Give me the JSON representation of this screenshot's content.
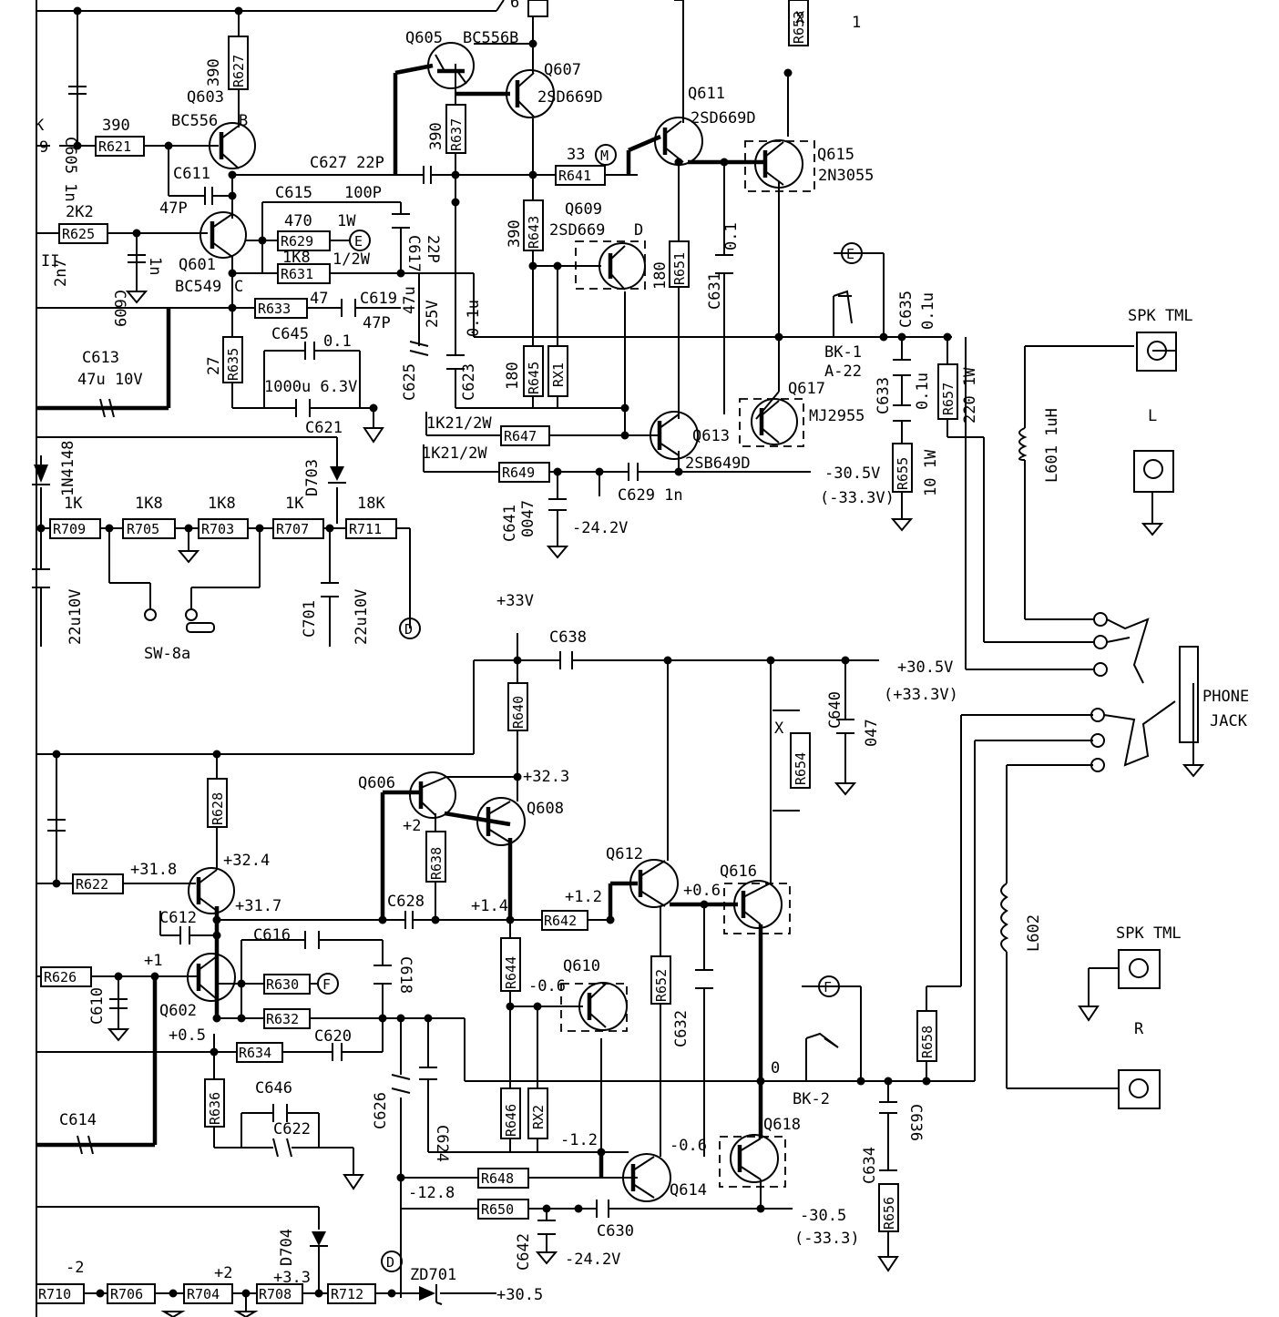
{
  "colors": {
    "ink": "#000000",
    "paper": "#ffffff"
  },
  "resistors": {
    "R627": "R627",
    "R621": "R621",
    "R625": "R625",
    "R629": "R629",
    "R631": "R631",
    "R633": "R633",
    "R635": "R635",
    "R637": "R637",
    "R641": "R641",
    "R643": "R643",
    "R651": "R651",
    "R645": "R645",
    "RX1": "RX1",
    "R647": "R647",
    "R649": "R649",
    "R655": "R655",
    "R657": "R657",
    "R653": "R653",
    "R709": "R709",
    "R705": "R705",
    "R703": "R703",
    "R707": "R707",
    "R711": "R711",
    "R640": "R640",
    "R628": "R628",
    "R638": "R638",
    "R622": "R622",
    "R642": "R642",
    "R644": "R644",
    "R652": "R652",
    "R654": "R654",
    "R626": "R626",
    "R630": "R630",
    "R632": "R632",
    "R634": "R634",
    "R636": "R636",
    "R646": "R646",
    "RX2": "RX2",
    "R648": "R648",
    "R650": "R650",
    "R658": "R658",
    "R656": "R656",
    "R710": "R710",
    "R706": "R706",
    "R704": "R704",
    "R708": "R708",
    "R712": "R712"
  },
  "values": {
    "r627": "390",
    "r621": "390",
    "r625": "2K2",
    "r629": "470",
    "r629_w": "1W",
    "r631": "1K8",
    "r631_w": "1/2W",
    "r633": "47",
    "r635": "27",
    "r637": "390",
    "r641": "33",
    "r643": "390",
    "r651": "180",
    "r645": "180",
    "r647": "1K21/2W",
    "r649": "1K21/2W",
    "r655": "10 1W",
    "r657": "220 1W",
    "r709": "1K",
    "r705": "1K8",
    "r703": "1K8",
    "r707": "1K",
    "r711": "18K",
    "r653_x": "X",
    "r653_1": "1",
    "r654_x": "X",
    "r619_top": "6",
    "c605": "C605 1n",
    "c611": "C611",
    "c611_v": "47P",
    "c627": "C627 22P",
    "c615": "C615",
    "c615_v": "100P",
    "c617": "C617",
    "c617_v": "22P",
    "c609": "C609",
    "c609_v": "1n",
    "c609_l": "2n7",
    "c619": "C619",
    "c619_v": "47P",
    "c645": "C645",
    "c645_v": "0.1",
    "c621_v": "1000u 6.3V",
    "c621": "C621",
    "c625": "C625",
    "c625_v": "47u",
    "c625_v2": "25V",
    "c623": "C623",
    "c623_v": "0.1u",
    "c613": "C613",
    "c613_v": "47u 10V",
    "c631": "C631",
    "c631_v": "0.1",
    "c635": "C635",
    "c635_v": "0.1u",
    "c633": "C633",
    "c633_v": "0.1u",
    "c641": "C641",
    "c641_v": "0047",
    "c629": "C629 1n",
    "c701": "C701",
    "c701_v": "22u10V",
    "c_left_v": "22u10V",
    "c638": "C638",
    "c640": "C640",
    "c640_v": "047",
    "c612": "C612",
    "c628": "C628",
    "c616": "C616",
    "c618": "C618",
    "c610": "C610",
    "c620": "C620",
    "c646": "C646",
    "c622": "C622",
    "c614": "C614",
    "c626": "C626",
    "c624": "C624",
    "c632": "C632",
    "c636": "C636",
    "c634": "C634",
    "c630": "C630",
    "c642": "C642"
  },
  "transistors": {
    "q603": "Q603",
    "q603_t": "BC556",
    "q603_b": "B",
    "q601": "Q601",
    "q601_t": "BC549",
    "q601_c": "C",
    "q605": "Q605",
    "q605_t": "BC556B",
    "q607": "Q607",
    "q607_t": "2SD669D",
    "q609": "Q609",
    "q609_t": "2SD669",
    "q609_d": "D",
    "q611": "Q611",
    "q611_t": "2SD669D",
    "q615": "Q615",
    "q615_t": "2N3055",
    "q617": "Q617",
    "q617_t": "MJ2955",
    "q613": "Q613",
    "q613_t": "2SB649D",
    "q606": "Q606",
    "q608": "Q608",
    "q610": "Q610",
    "q612": "Q612",
    "q616": "Q616",
    "q602": "Q602",
    "q614": "Q614",
    "q618": "Q618"
  },
  "diodes": {
    "d703": "D703",
    "d704": "D704",
    "d_left": "1N4148",
    "zd701": "ZD701"
  },
  "misc": {
    "bk1": "BK-1",
    "bk1_sub": "A-22",
    "bk2": "BK-2",
    "l601": "L601 1uH",
    "l602": "L602",
    "sw": "SW-8a",
    "spk_tml": "SPK TML",
    "ch_l": "L",
    "ch_r": "R",
    "phone": "PHONE",
    "jack": "JACK",
    "left_1k": "1K",
    "left_k": "K",
    "left_9": "9",
    "left_ii": "II"
  },
  "voltages": {
    "v_m305": "-30.5V",
    "v_m333": "(-33.3V)",
    "v_m242": "-24.2V",
    "v_33": "+33V",
    "v_305": "+30.5V",
    "v_333": "(+33.3V)",
    "v_323": "+32.3",
    "v_2": "+2",
    "v_318": "+31.8",
    "v_324": "+32.4",
    "v_317": "+31.7",
    "v_14": "+1.4",
    "v_12": "+1.2",
    "v_06": "+0.6",
    "v_1": "+1",
    "v_m06": "-0.6",
    "v_05": "+0.5",
    "v_0": "0",
    "v_m12": "-1.2",
    "v_m06b": "-0.6",
    "v_m128": "-12.8",
    "v_m305b": "-30.5",
    "v_m333b": "(-33.3)",
    "v_m242b": "-24.2V",
    "v_m2": "-2",
    "v_p2": "+2",
    "v_33b": "+3.3",
    "v_305b": "+30.5"
  },
  "nodes": {
    "e": "E",
    "m": "M",
    "d": "D",
    "f": "F"
  }
}
